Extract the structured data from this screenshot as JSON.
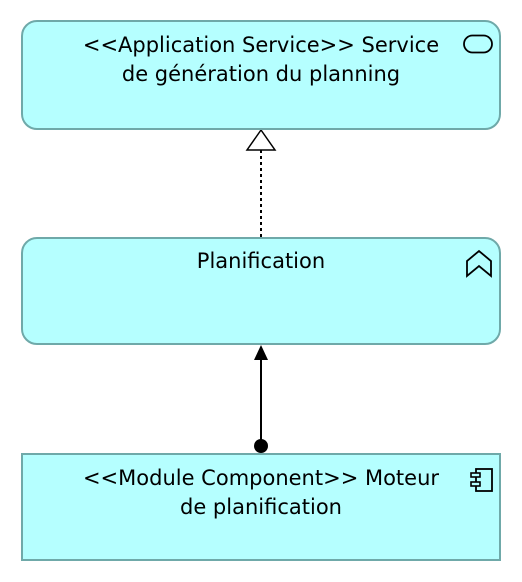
{
  "diagram": {
    "nodes": {
      "service": {
        "label": "<<Application Service>> Service\nde génération du planning",
        "icon": "application-service-icon"
      },
      "function": {
        "label": "Planification",
        "icon": "application-function-icon"
      },
      "component": {
        "label": "<<Module Component>> Moteur\nde planification",
        "icon": "application-component-icon"
      }
    },
    "edges": [
      {
        "type": "realization",
        "from": "function",
        "to": "service",
        "style": "dotted",
        "head": "hollow-triangle"
      },
      {
        "type": "assignment",
        "from": "component",
        "to": "function",
        "style": "solid",
        "head": "filled-arrow",
        "tail": "dot"
      }
    ],
    "colors": {
      "node_fill": "#b5ffff",
      "node_border": "#6fa9a9",
      "edge": "#000000"
    }
  }
}
